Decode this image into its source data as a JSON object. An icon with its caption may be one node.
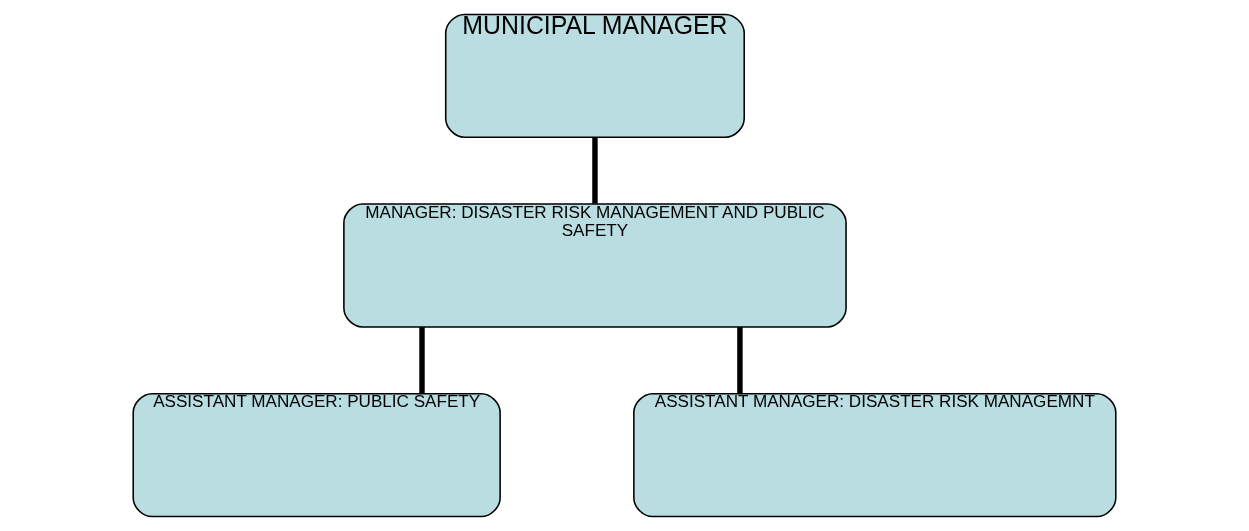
{
  "diagram": {
    "nodes": [
      {
        "text": [
          "MUNICIPAL MANAGER"
        ]
      },
      {
        "text": [
          "MANAGER: DISASTER RISK MANAGEMENT AND PUBLIC SAFETY"
        ]
      },
      {
        "text": [
          "ASSISTANT MANAGER: PUBLIC SAFETY"
        ]
      },
      {
        "text": [
          "ASSISTANT MANAGER: DISASTER RISK MANAGEMNT"
        ]
      }
    ],
    "edges": [
      {
        "from": 0,
        "to": 1,
        "arrow": "none"
      },
      {
        "from": 1,
        "to": 2,
        "arrow": "none"
      },
      {
        "from": 1,
        "to": 3,
        "arrow": "none"
      }
    ]
  }
}
